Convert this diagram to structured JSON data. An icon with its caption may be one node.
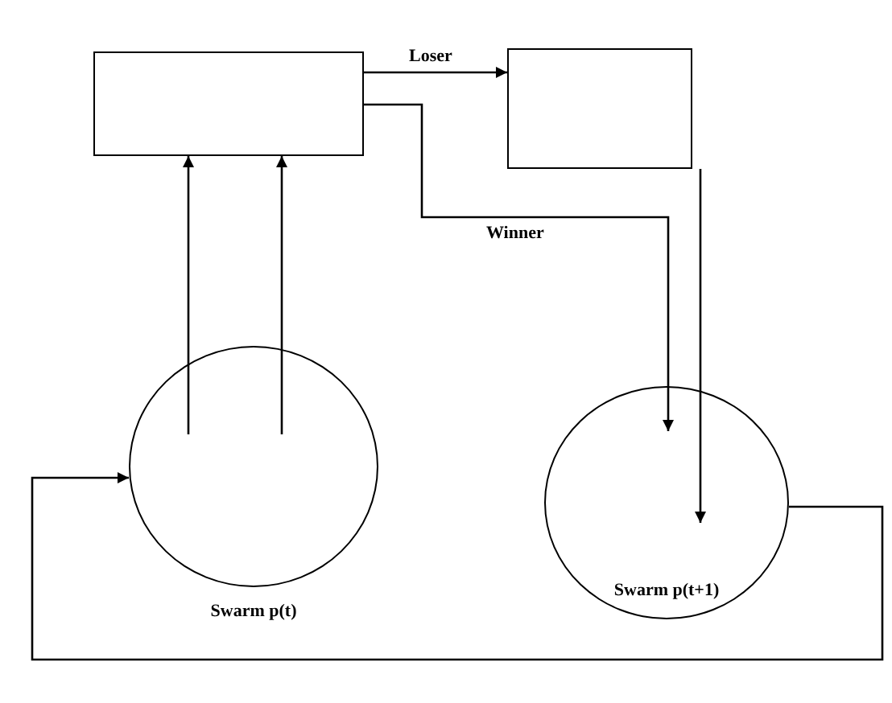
{
  "diagram": {
    "nodes": [
      {
        "text": [],
        "shape": "box"
      },
      {
        "text": [],
        "shape": "box"
      },
      {
        "text": [
          "Swarm p(t)"
        ]
      },
      {
        "text": [
          "Swarm p(t+1)"
        ]
      }
    ],
    "edges": [
      {
        "from": 0,
        "to": 1,
        "arrow": "to",
        "label": "Loser"
      },
      {
        "from": 0,
        "to": 3,
        "arrow": "to",
        "label": "Winner"
      },
      {
        "from": 2,
        "to": 0,
        "arrow": "to"
      },
      {
        "from": 2,
        "to": 0,
        "arrow": "to"
      },
      {
        "from": 1,
        "to": 3,
        "arrow": "to"
      },
      {
        "from": 3,
        "to": 2,
        "arrow": "to"
      }
    ]
  }
}
